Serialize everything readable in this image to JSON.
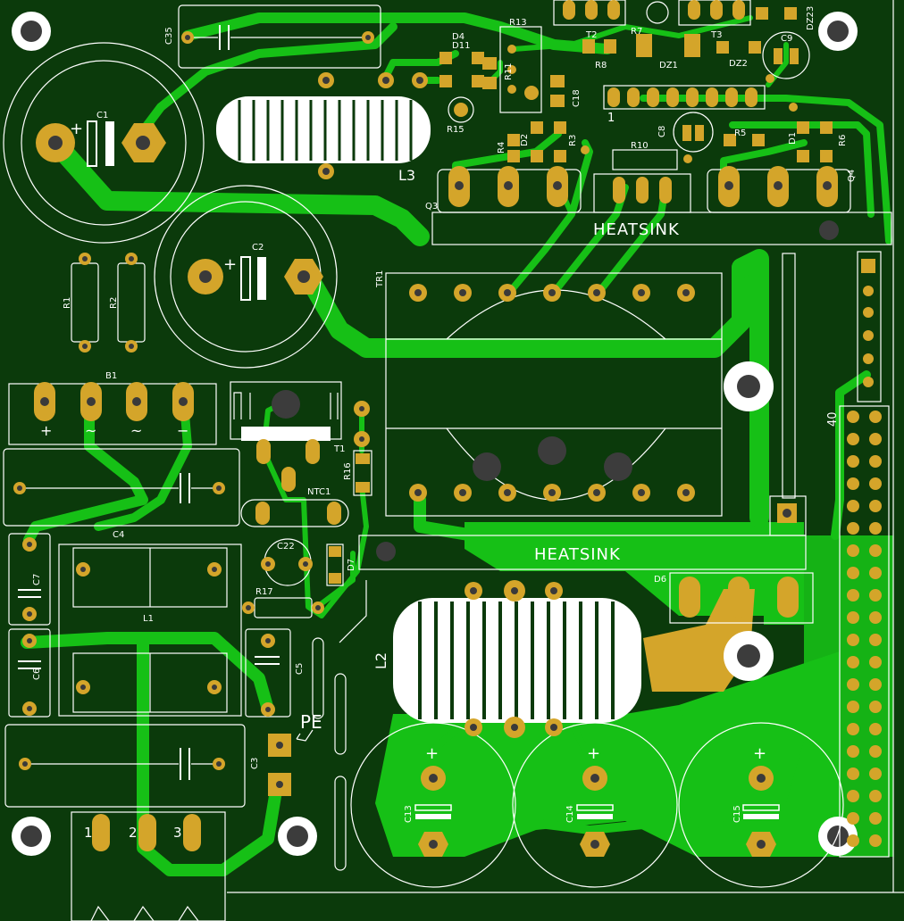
{
  "board": {
    "colors": {
      "board": "#0b3a0b",
      "copper": "#16c016",
      "pad": "#d4a52a",
      "silk": "#ffffff",
      "drill": "#3a3a3a"
    },
    "heatsink_labels": [
      "HEATSINK",
      "HEATSINK"
    ],
    "connector_pins": [
      "1",
      "2",
      "3"
    ],
    "pe_label": "PE",
    "bridge_marks": [
      "+",
      "~",
      "~",
      "−"
    ],
    "header_label": "40",
    "pin1_label": "1",
    "components": {
      "C35": "C35",
      "C1": "C1",
      "C2": "C2",
      "L3": "L3",
      "R1": "R1",
      "R2": "R2",
      "B1": "B1",
      "T1": "T1",
      "R16": "R16",
      "NTC1": "NTC1",
      "C22": "C22",
      "D7": "D7",
      "R17": "R17",
      "C4": "C4",
      "C7": "C7",
      "L1": "L1",
      "C6": "C6",
      "C5": "C5",
      "C3": "C3",
      "TR1": "TR1",
      "D6": "D6",
      "L2": "L2",
      "C13": "C13",
      "C14": "C14",
      "C15": "C15",
      "Q3": "Q3",
      "Q4": "Q4",
      "D4": "D4",
      "D11": "D11",
      "R13": "R13",
      "T2": "T2",
      "R7": "R7",
      "T3": "T3",
      "DZ23": "DZ23",
      "R8": "R8",
      "DZ1": "DZ1",
      "DZ2": "DZ2",
      "C9": "C9",
      "R11": "R11",
      "C18": "C18",
      "R15": "R15",
      "R4": "R4",
      "D2": "D2",
      "R3": "R3",
      "R10": "R10",
      "C8": "C8",
      "R5": "R5",
      "D1": "D1",
      "R6": "R6"
    }
  }
}
